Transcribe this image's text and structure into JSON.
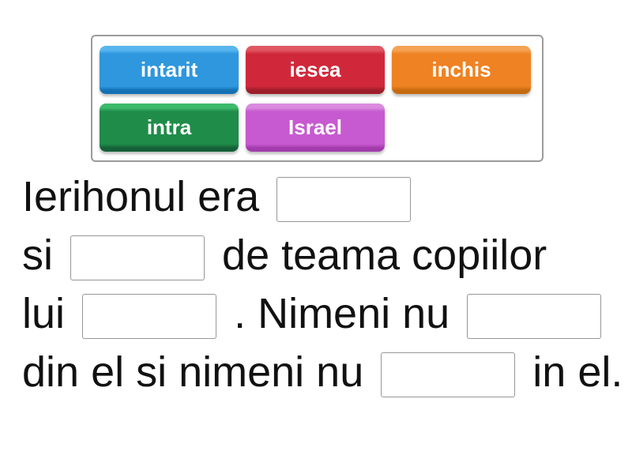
{
  "word_bank": {
    "words": [
      {
        "label": "intarit",
        "color": "#2e97de"
      },
      {
        "label": "iesea",
        "color": "#d0283a"
      },
      {
        "label": "inchis",
        "color": "#ef8222"
      },
      {
        "label": "intra",
        "color": "#1f8c49"
      },
      {
        "label": "Israel",
        "color": "#c75ad0"
      }
    ]
  },
  "sentence": {
    "full_text": "Ierihonul era ___ si ___ de teama copiilor lui ___ . Nimeni nu ___ din el si nimeni nu ___ in el.",
    "blank_count": 5,
    "lines": [
      {
        "t0": "Ierihonul era"
      },
      {
        "t0": "si",
        "t1": "de teama copiilor"
      },
      {
        "t0": "lui",
        "t1": ". Nimeni nu"
      },
      {
        "t0": "din el si nimeni nu",
        "t1": "in el."
      }
    ]
  },
  "colors": {
    "text": "#111111",
    "blank_border": "#979797",
    "panel_border": "#9b9b9b",
    "background": "#ffffff"
  }
}
